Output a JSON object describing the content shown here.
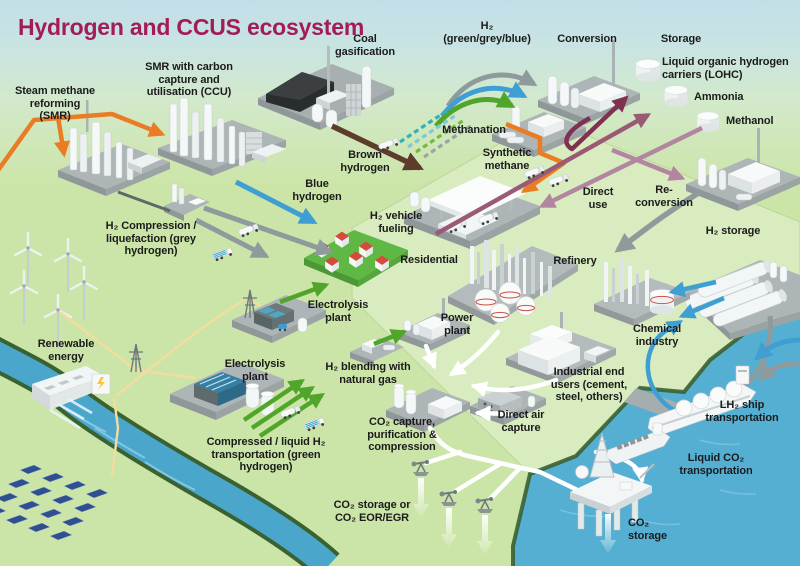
{
  "title": "Hydrogen and CCUS ecosystem",
  "production": {
    "smr": "Steam methane reforming (SMR)",
    "smr_ccu": "SMR with carbon capture and utilisation (CCU)",
    "coal_gasification": "Coal gasification",
    "electrolysis_upper": "Electrolysis plant",
    "electrolysis_lower": "Electrolysis plant",
    "renewable_energy": "Renewable energy"
  },
  "hydrogen": {
    "h2_mix": "H₂ (green/grey/blue)",
    "brown": "Brown hydrogen",
    "blue": "Blue hydrogen",
    "grey_compression": "H₂ Compression / liquefaction (grey hydrogen)",
    "green_transport": "Compressed / liquid H₂ transportation (green hydrogen)",
    "h2_storage": "H₂ storage",
    "blending": "H₂ blending with natural gas",
    "vehicle_fueling": "H₂ vehicle fueling",
    "lh2_ship": "LH₂ ship transportation"
  },
  "conversion": {
    "conversion": "Conversion",
    "storage": "Storage",
    "lohc": "Liquid organic hydrogen carriers (LOHC)",
    "ammonia": "Ammonia",
    "methanol": "Methanol",
    "methanation": "Methanation",
    "synthetic_methane": "Synthetic methane",
    "direct_use": "Direct use",
    "reconversion": "Re-conversion"
  },
  "end_use": {
    "residential": "Residential",
    "power_plant": "Power plant",
    "refinery": "Refinery",
    "chemical_industry": "Chemical industry",
    "industrial_users": "Industrial end users (cement, steel, others)"
  },
  "ccus": {
    "co2_capture": "CO₂ capture, purification & compression",
    "direct_air_capture": "Direct air capture",
    "co2_storage_eor": "CO₂ storage or CO₂ EOR/EGR",
    "liquid_co2_transport": "Liquid CO₂ transportation",
    "co2_storage_offshore": "CO₂ storage"
  },
  "flow_colors": {
    "natural_gas": "#E97C25",
    "grey_hydrogen": "#8E9A9B",
    "blue_hydrogen": "#3F9ED2",
    "green_hydrogen": "#52A52B",
    "brown_hydrogen": "#5E3C2C",
    "carrier_dark": "#7E3150",
    "carrier_mid": "#9A5A76",
    "carrier_light": "#B286A0",
    "co2": "#FFFFFF",
    "electricity": "#F3DD9E",
    "title": "#A31C56"
  }
}
